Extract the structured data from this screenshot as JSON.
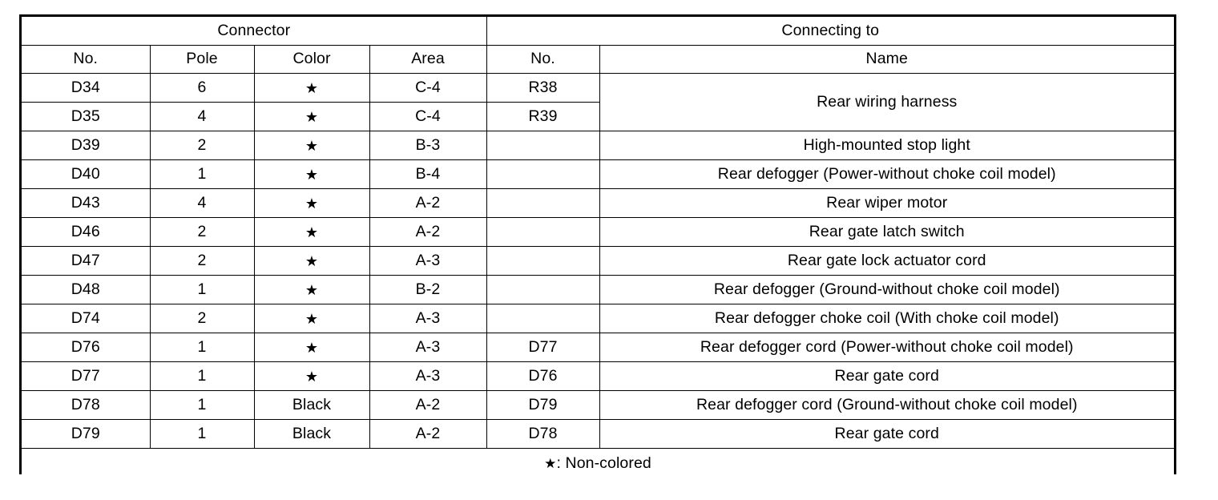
{
  "table": {
    "group_headers": [
      {
        "label": "Connector",
        "span": 4
      },
      {
        "label": "Connecting to",
        "span": 2
      }
    ],
    "column_headers": [
      "No.",
      "Pole",
      "Color",
      "Area",
      "No.",
      "Name"
    ],
    "star_glyph": "★",
    "rows": [
      {
        "no": "D34",
        "pole": "6",
        "color": "★",
        "color_is_star": true,
        "area": "C-4",
        "connecting_no": "R38",
        "name": "Rear wiring harness",
        "name_rowspan": 2
      },
      {
        "no": "D35",
        "pole": "4",
        "color": "★",
        "color_is_star": true,
        "area": "C-4",
        "connecting_no": "R39",
        "name": "",
        "name_merged": true
      },
      {
        "no": "D39",
        "pole": "2",
        "color": "★",
        "color_is_star": true,
        "area": "B-3",
        "connecting_no": "",
        "name": "High-mounted stop light"
      },
      {
        "no": "D40",
        "pole": "1",
        "color": "★",
        "color_is_star": true,
        "area": "B-4",
        "connecting_no": "",
        "name": "Rear defogger (Power-without choke coil model)"
      },
      {
        "no": "D43",
        "pole": "4",
        "color": "★",
        "color_is_star": true,
        "area": "A-2",
        "connecting_no": "",
        "name": "Rear wiper motor"
      },
      {
        "no": "D46",
        "pole": "2",
        "color": "★",
        "color_is_star": true,
        "area": "A-2",
        "connecting_no": "",
        "name": "Rear gate latch switch"
      },
      {
        "no": "D47",
        "pole": "2",
        "color": "★",
        "color_is_star": true,
        "area": "A-3",
        "connecting_no": "",
        "name": "Rear gate lock actuator cord"
      },
      {
        "no": "D48",
        "pole": "1",
        "color": "★",
        "color_is_star": true,
        "area": "B-2",
        "connecting_no": "",
        "name": "Rear defogger (Ground-without choke coil model)"
      },
      {
        "no": "D74",
        "pole": "2",
        "color": "★",
        "color_is_star": true,
        "area": "A-3",
        "connecting_no": "",
        "name": "Rear defogger choke coil (With choke coil model)"
      },
      {
        "no": "D76",
        "pole": "1",
        "color": "★",
        "color_is_star": true,
        "area": "A-3",
        "connecting_no": "D77",
        "name": "Rear defogger cord (Power-without choke coil model)"
      },
      {
        "no": "D77",
        "pole": "1",
        "color": "★",
        "color_is_star": true,
        "area": "A-3",
        "connecting_no": "D76",
        "name": "Rear gate cord"
      },
      {
        "no": "D78",
        "pole": "1",
        "color": "Black",
        "color_is_star": false,
        "area": "A-2",
        "connecting_no": "D79",
        "name": "Rear defogger cord (Ground-without choke coil model)"
      },
      {
        "no": "D79",
        "pole": "1",
        "color": "Black",
        "color_is_star": false,
        "area": "A-2",
        "connecting_no": "D78",
        "name": "Rear gate cord"
      }
    ],
    "legend": {
      "symbol": "★",
      "text": ": Non-colored"
    }
  },
  "colors": {
    "ink": "#000000",
    "paper": "#ffffff"
  }
}
